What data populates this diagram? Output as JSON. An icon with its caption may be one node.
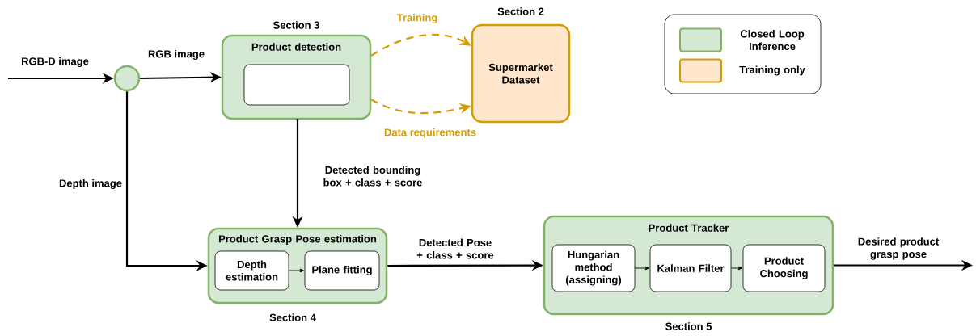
{
  "diagram": {
    "nodes": [
      {
        "text": [],
        "shape": "circle"
      },
      {
        "text": [
          "Product detection"
        ],
        "beside": [
          "Section 3"
        ]
      },
      {
        "text": [],
        "shape": "box",
        "in": 1
      },
      {
        "text": [
          "Supermarket Dataset"
        ],
        "beside": [
          "Section 2"
        ]
      },
      {
        "text": [
          "Product Grasp Pose estimation"
        ],
        "beside": [
          "Section 4"
        ]
      },
      {
        "text": [
          "Depth estimation"
        ],
        "in": 4
      },
      {
        "text": [
          "Plane fitting"
        ],
        "in": 4
      },
      {
        "text": [
          "Product Tracker"
        ],
        "beside": [
          "Section 5"
        ]
      },
      {
        "text": [
          "Hungarian method (assigning)"
        ],
        "in": 7
      },
      {
        "text": [
          "Kalman Filter"
        ],
        "in": 7
      },
      {
        "text": [
          "Product Choosing"
        ],
        "in": 7
      }
    ],
    "edges": [
      {
        "from": null,
        "to": 0,
        "arrow": "to",
        "label": "RGB-D image"
      },
      {
        "from": 0,
        "to": 1,
        "arrow": "to",
        "label": "RGB image"
      },
      {
        "from": 0,
        "to": 4,
        "arrow": "to",
        "label": "Depth image"
      },
      {
        "from": 1,
        "to": 3,
        "arrow": "to",
        "label": "Training",
        "style": "dashed",
        "color": "#d79b00"
      },
      {
        "from": 1,
        "to": 3,
        "arrow": "to",
        "label": "Data requirements",
        "style": "dashed",
        "color": "#d79b00"
      },
      {
        "from": 1,
        "to": 4,
        "arrow": "to",
        "label": "Detected bounding box + class + score"
      },
      {
        "from": 5,
        "to": 6,
        "arrow": "to"
      },
      {
        "from": 4,
        "to": 7,
        "arrow": "to",
        "label": "Detected Pose + class + score"
      },
      {
        "from": 8,
        "to": 9,
        "arrow": "to"
      },
      {
        "from": 9,
        "to": 10,
        "arrow": "to"
      },
      {
        "from": 7,
        "to": null,
        "arrow": "to",
        "label": "Desired product grasp pose"
      }
    ],
    "legend": [
      {
        "text": "Closed Loop Inference",
        "color": "#d5e8d4"
      },
      {
        "text": "Training only",
        "color": "#ffe6cc"
      }
    ]
  }
}
